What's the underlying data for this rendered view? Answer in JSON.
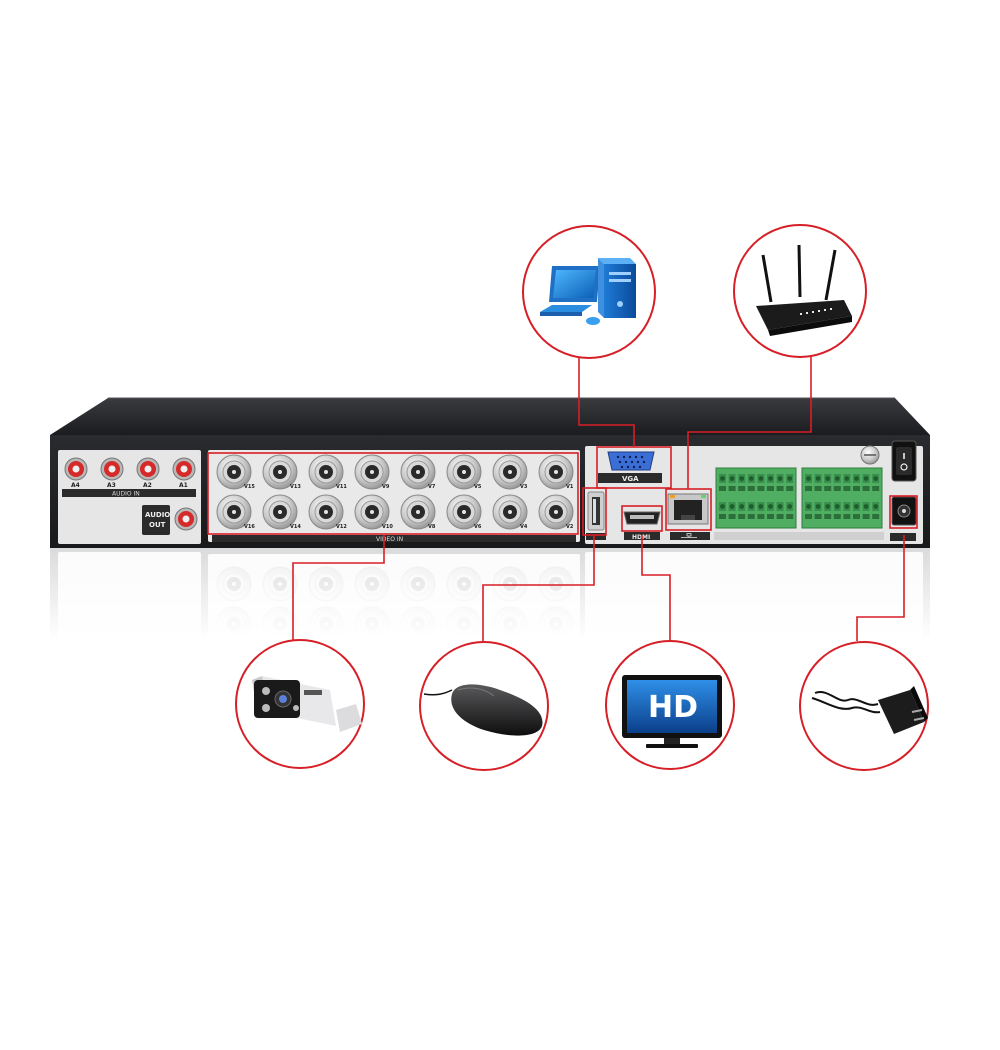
{
  "colors": {
    "accent": "#d61f26",
    "chassis": "#1e1f22",
    "panel": "#e3e3e3",
    "terminal": "#4fae62"
  },
  "rear_panel": {
    "audio_in_ports": [
      "A4",
      "A3",
      "A2",
      "A1"
    ],
    "audio_in_label": "AUDIO    IN",
    "audio_out_label_line1": "AUDIO",
    "audio_out_label_line2": "OUT",
    "video_in_top_row": [
      "V15",
      "V13",
      "V11",
      "V9",
      "V7",
      "V5",
      "V3",
      "V1"
    ],
    "video_in_bottom_row": [
      "V16",
      "V14",
      "V12",
      "V10",
      "V8",
      "V6",
      "V4",
      "V2"
    ],
    "video_in_label": "VIDEO    IN",
    "vga_label": "VGA",
    "hdmi_label": "HDMI"
  },
  "peripherals": [
    {
      "name": "computer-monitor-icon",
      "connects_to": "VGA"
    },
    {
      "name": "wifi-router-icon",
      "connects_to": "LAN"
    },
    {
      "name": "security-camera-icon",
      "connects_to": "VIDEO IN"
    },
    {
      "name": "mouse-icon",
      "connects_to": "USB"
    },
    {
      "name": "hd-tv-icon",
      "connects_to": "HDMI"
    },
    {
      "name": "power-adapter-icon",
      "connects_to": "DC IN"
    }
  ],
  "hd_badge": "HD"
}
